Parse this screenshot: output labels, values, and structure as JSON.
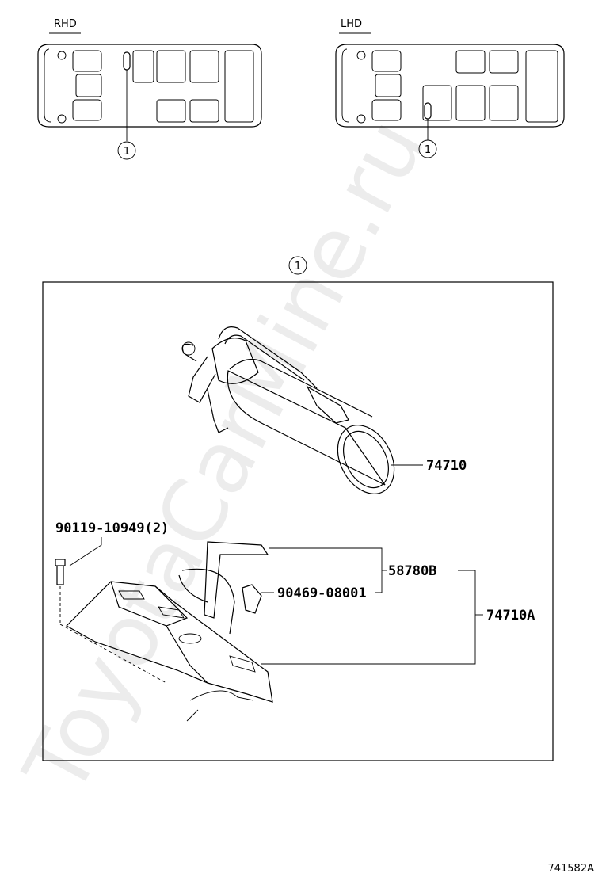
{
  "views": {
    "rhd_label": "RHD",
    "lhd_label": "LHD"
  },
  "callouts": {
    "ref_1": "1"
  },
  "parts": {
    "extinguisher": "74710",
    "bolt": "90119-10949(2)",
    "bracket_sub": "58780B",
    "clip": "90469-08001",
    "bracket_assy": "74710A"
  },
  "watermark": "ToyotaCarMine.ru",
  "figure_code": "741582A"
}
